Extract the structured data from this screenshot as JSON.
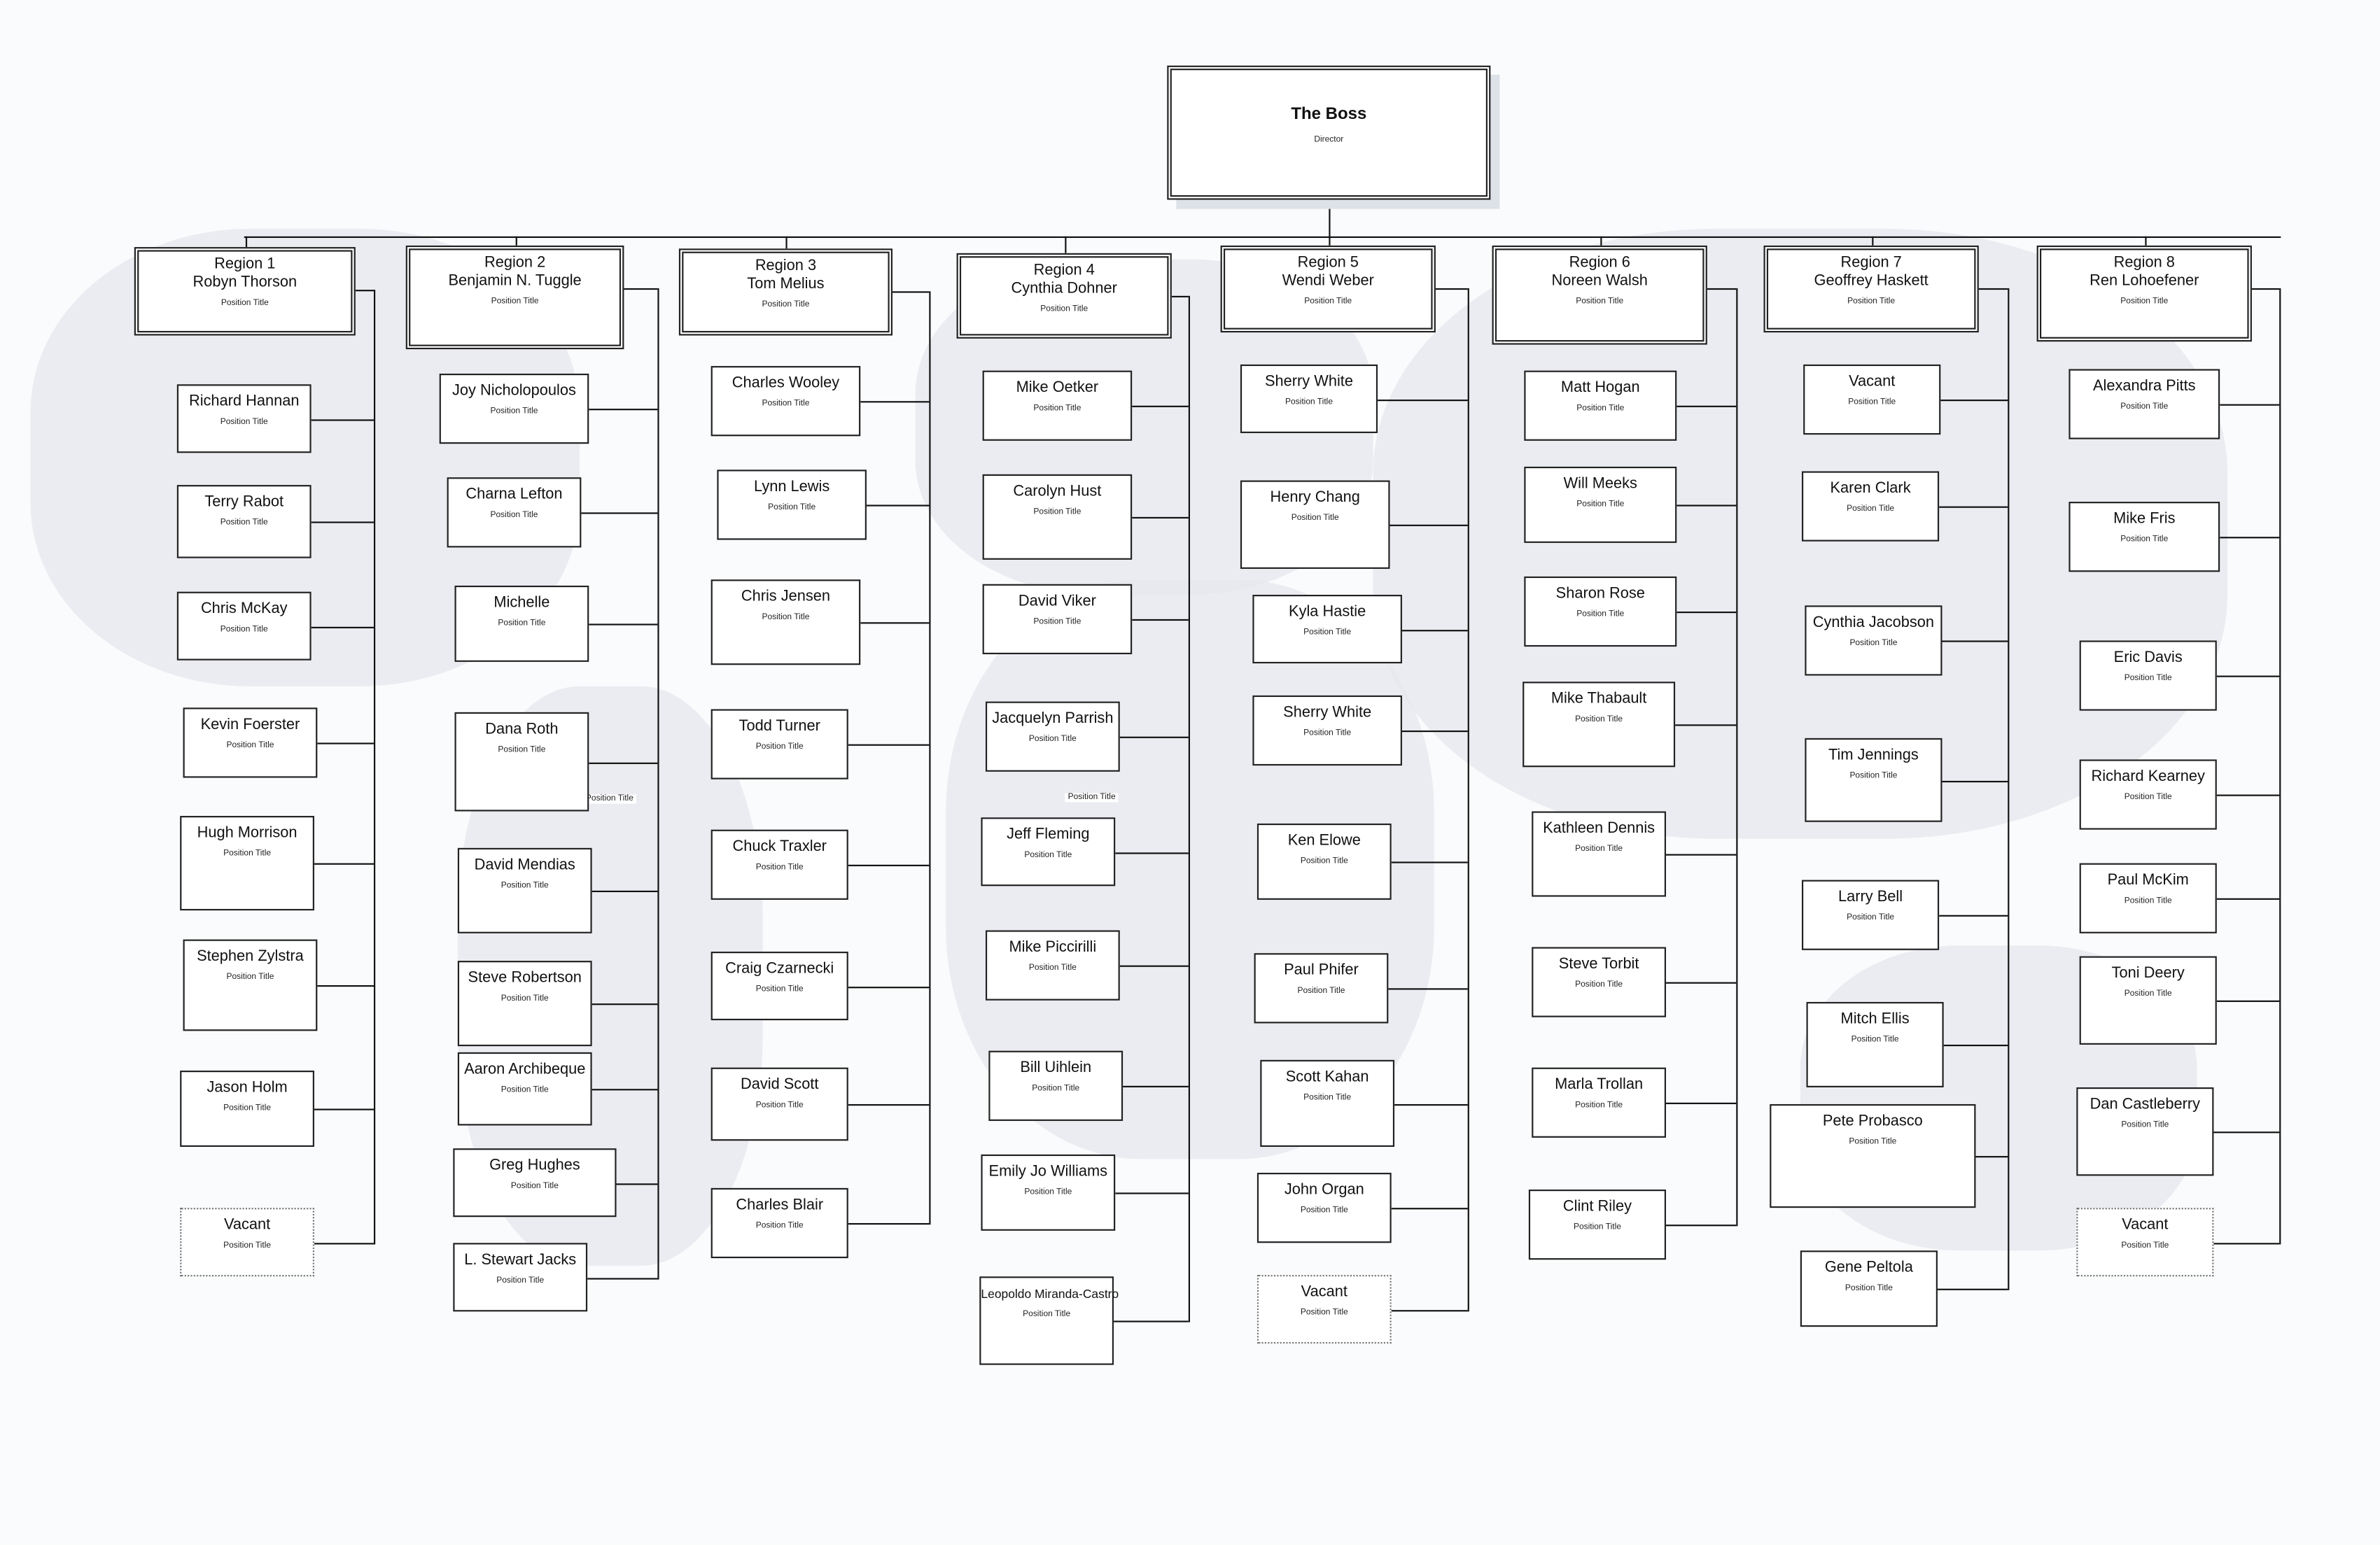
{
  "boss": {
    "name": "The Boss",
    "title": "Director"
  },
  "regions": [
    {
      "label": "Region 1",
      "name": "Robyn Thorson",
      "title": "Position Title",
      "members": [
        {
          "name": "Richard Hannan",
          "title": "Position Title"
        },
        {
          "name": "Terry Rabot",
          "title": "Position Title"
        },
        {
          "name": "Chris McKay",
          "title": "Position Title"
        },
        {
          "name": "Kevin Foerster",
          "title": "Position Title"
        },
        {
          "name": "Hugh Morrison",
          "title": "Position Title"
        },
        {
          "name": "Stephen Zylstra",
          "title": "Position Title"
        },
        {
          "name": "Jason Holm",
          "title": "Position Title"
        },
        {
          "name": "Vacant",
          "title": "Position Title",
          "vacant": true
        }
      ]
    },
    {
      "label": "Region 2",
      "name": "Benjamin N. Tuggle",
      "title": "Position Title",
      "members": [
        {
          "name": "Joy Nicholopoulos",
          "title": "Position Title"
        },
        {
          "name": "Charna Lefton",
          "title": "Position Title"
        },
        {
          "name": "Michelle",
          "title": "Position Title"
        },
        {
          "name": "Dana Roth",
          "title": "Position Title"
        },
        {
          "name": "David Mendias",
          "title": "Position Title"
        },
        {
          "name": "Steve Robertson",
          "title": "Position Title"
        },
        {
          "name": "Aaron Archibeque",
          "title": "Position Title"
        },
        {
          "name": "Greg Hughes",
          "title": "Position Title"
        },
        {
          "name": "L. Stewart Jacks",
          "title": "Position Title"
        }
      ]
    },
    {
      "label": "Region 3",
      "name": "Tom Melius",
      "title": "Position Title",
      "members": [
        {
          "name": "Charles Wooley",
          "title": "Position Title"
        },
        {
          "name": "Lynn Lewis",
          "title": "Position Title"
        },
        {
          "name": "Chris Jensen",
          "title": "Position Title"
        },
        {
          "name": "Todd Turner",
          "title": "Position Title"
        },
        {
          "name": "Chuck Traxler",
          "title": "Position Title"
        },
        {
          "name": "Craig Czarnecki",
          "title": "Position Title"
        },
        {
          "name": "David Scott",
          "title": "Position Title"
        },
        {
          "name": "Charles Blair",
          "title": "Position Title"
        }
      ]
    },
    {
      "label": "Region 4",
      "name": "Cynthia Dohner",
      "title": "Position Title",
      "members": [
        {
          "name": "Mike Oetker",
          "title": "Position Title"
        },
        {
          "name": "Carolyn Hust",
          "title": "Position Title"
        },
        {
          "name": "David Viker",
          "title": "Position Title"
        },
        {
          "name": "Jacquelyn Parrish",
          "title": "Position Title"
        },
        {
          "name": "Jeff Fleming",
          "title": "Position Title"
        },
        {
          "name": "Mike Piccirilli",
          "title": "Position Title"
        },
        {
          "name": "Bill Uihlein",
          "title": "Position Title"
        },
        {
          "name": "Emily Jo Williams",
          "title": "Position Title"
        },
        {
          "name": "Leopoldo Miranda-Castro",
          "title": "Position Title"
        }
      ]
    },
    {
      "label": "Region 5",
      "name": "Wendi Weber",
      "title": "Position Title",
      "members": [
        {
          "name": "Sherry White",
          "title": "Position Title"
        },
        {
          "name": "Henry Chang",
          "title": "Position Title"
        },
        {
          "name": "Kyla Hastie",
          "title": "Position Title"
        },
        {
          "name": "Sherry White",
          "title": "Position Title"
        },
        {
          "name": "Ken Elowe",
          "title": "Position Title"
        },
        {
          "name": "Paul Phifer",
          "title": "Position Title"
        },
        {
          "name": "Scott Kahan",
          "title": "Position Title"
        },
        {
          "name": "John Organ",
          "title": "Position Title"
        },
        {
          "name": "Vacant",
          "title": "Position Title",
          "vacant": true
        }
      ]
    },
    {
      "label": "Region 6",
      "name": "Noreen Walsh",
      "title": "Position Title",
      "members": [
        {
          "name": "Matt Hogan",
          "title": "Position Title"
        },
        {
          "name": "Will Meeks",
          "title": "Position Title"
        },
        {
          "name": "Sharon Rose",
          "title": "Position Title"
        },
        {
          "name": "Mike Thabault",
          "title": "Position Title"
        },
        {
          "name": "Kathleen Dennis",
          "title": "Position Title"
        },
        {
          "name": "Steve Torbit",
          "title": "Position Title"
        },
        {
          "name": "Marla Trollan",
          "title": "Position Title"
        },
        {
          "name": "Clint Riley",
          "title": "Position Title"
        }
      ]
    },
    {
      "label": "Region 7",
      "name": "Geoffrey Haskett",
      "title": "Position Title",
      "members": [
        {
          "name": "Vacant",
          "title": "Position Title"
        },
        {
          "name": "Karen Clark",
          "title": "Position Title"
        },
        {
          "name": "Cynthia Jacobson",
          "title": "Position Title"
        },
        {
          "name": "Tim Jennings",
          "title": "Position Title"
        },
        {
          "name": "Larry Bell",
          "title": "Position Title"
        },
        {
          "name": "Mitch Ellis",
          "title": "Position Title"
        },
        {
          "name": "Pete Probasco",
          "title": "Position Title"
        },
        {
          "name": "Gene Peltola",
          "title": "Position Title"
        }
      ]
    },
    {
      "label": "Region 8",
      "name": "Ren Lohoefener",
      "title": "Position Title",
      "members": [
        {
          "name": "Alexandra Pitts",
          "title": "Position Title"
        },
        {
          "name": "Mike Fris",
          "title": "Position Title"
        },
        {
          "name": "Eric Davis",
          "title": "Position Title"
        },
        {
          "name": "Richard Kearney",
          "title": "Position Title"
        },
        {
          "name": "Paul McKim",
          "title": "Position Title"
        },
        {
          "name": "Toni Deery",
          "title": "Position Title"
        },
        {
          "name": "Dan Castleberry",
          "title": "Position Title"
        },
        {
          "name": "Vacant",
          "title": "Position Title",
          "vacant": true
        }
      ]
    }
  ],
  "stray_labels": [
    "Position Title",
    "Position Title"
  ]
}
